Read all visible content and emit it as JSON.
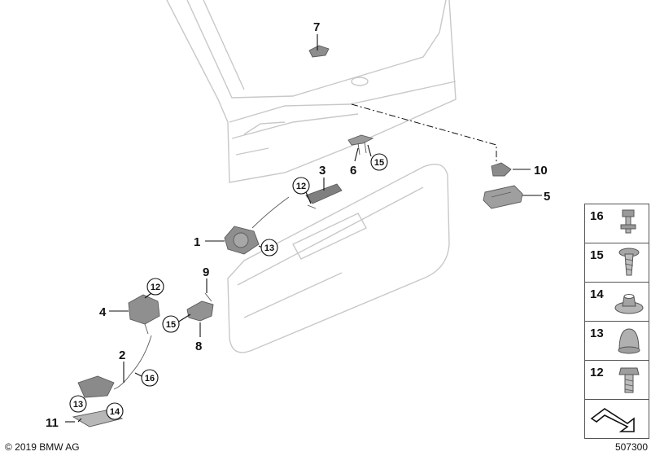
{
  "callouts": {
    "c1": "1",
    "c2": "2",
    "c3": "3",
    "c4": "4",
    "c5": "5",
    "c6": "6",
    "c7": "7",
    "c8": "8",
    "c9": "9",
    "c10": "10",
    "c11": "11",
    "c12a": "12",
    "c12b": "12",
    "c13a": "13",
    "c13b": "13",
    "c14": "14",
    "c15a": "15",
    "c15b": "15",
    "c16": "16"
  },
  "legend": {
    "items": [
      {
        "label": "16",
        "icon": "clip-bolt-icon"
      },
      {
        "label": "15",
        "icon": "screw-icon"
      },
      {
        "label": "14",
        "icon": "nut-icon"
      },
      {
        "label": "13",
        "icon": "cap-nut-icon"
      },
      {
        "label": "12",
        "icon": "hex-bolt-icon"
      },
      {
        "label": "",
        "icon": "arrow-icon"
      }
    ]
  },
  "footer": {
    "copyright": "© 2019 BMW AG",
    "diagram_id": "507300"
  }
}
